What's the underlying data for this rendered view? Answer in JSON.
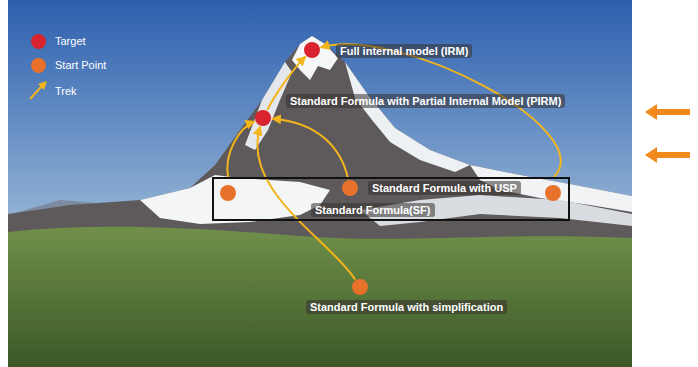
{
  "diagram": {
    "nodes": [
      {
        "text": [
          "Full internal model (IRM)"
        ]
      },
      {
        "text": [
          "Standard Formula with Partial Internal Model (PIRM)"
        ]
      },
      {
        "text": [
          "Standard Formula with USP"
        ]
      },
      {
        "text": [
          "Standard Formula(SF)"
        ]
      },
      {
        "text": [
          "Standard Formula with simplification"
        ]
      }
    ],
    "edges": [
      {
        "from": 3,
        "to": 1,
        "arrow": "to"
      },
      {
        "from": 1,
        "to": 0,
        "arrow": "to"
      },
      {
        "from": 2,
        "to": 1,
        "arrow": "to"
      },
      {
        "from": 3,
        "to": 0,
        "arrow": "to"
      },
      {
        "from": 4,
        "to": 1,
        "arrow": "to"
      }
    ],
    "legend": [
      {
        "text": "Target",
        "color": "#d9232e"
      },
      {
        "text": "Start Point",
        "color": "#e8712b"
      },
      {
        "text": "Trek"
      }
    ]
  }
}
